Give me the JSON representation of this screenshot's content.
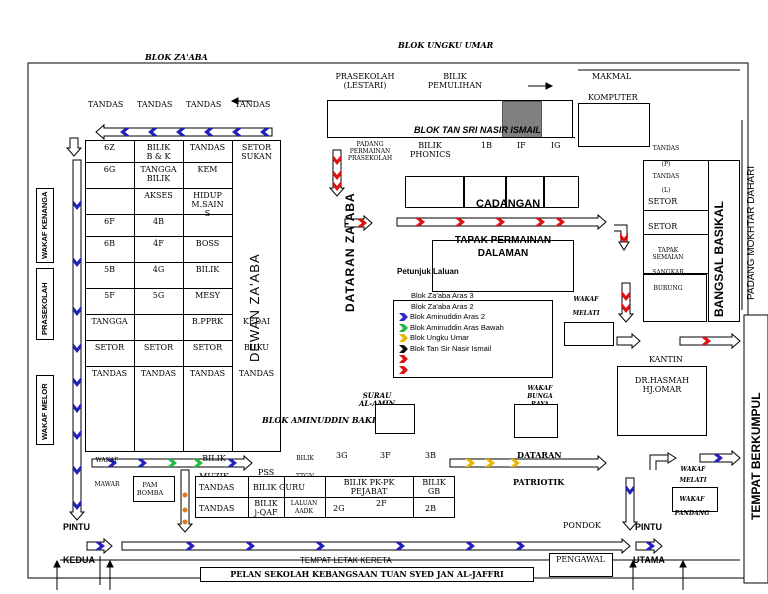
{
  "labels": {
    "blok_zaaba": "BLOK ZA'ABA",
    "blok_ungku_umar": "BLOK UNGKU UMAR",
    "prasekolah_lestari": "PRASEKOLAH\n(LESTARI)",
    "bilik_pemulihan": "BILIK\nPEMULIHAN",
    "makmal_komputer_1": "MAKMAL",
    "makmal_komputer_2": "KOMPUTER",
    "blok_tan_sri": "BLOK TAN SRI NASIR ISMAIL",
    "padang_permainan": "PADANG\nPERMAINAN\nPRASEKOLAH",
    "bilik_phonics": "BILIK\nPHONICS",
    "room_1b": "1B",
    "room_1f": "IF",
    "room_1g": "IG",
    "tandas_p": "TANDAS\n(P)",
    "tandas_l": "TANDAS\n(L)",
    "setor_1": "SETOR",
    "setor_2": "SETOR",
    "tapak_semaian": "TAPAK\nSEMAIAN",
    "sangkar_burung": "SANGKAR\nBURUNG",
    "padang_mokhtar": "PADANG MOKHTAR DAHARI",
    "bangsal_basikal": "BANGSAL BASIKAL",
    "tempat_berkumpul": "TEMPAT BERKUMPUL",
    "cadangan": "CADANGAN",
    "tapak_permainan": "TAPAK PERMAINAN\nDALAMAN",
    "dataran_zaaba": "DATARAN ZA'ABA",
    "dewan_zaaba": "DEWAN ZA'ABA",
    "wakaf_kenanga": "WAKAF KENANGA",
    "prasekolah": "PRASEKOLAH",
    "wakaf_melor": "WAKAF MELOR",
    "wakaf_melati_1": "WAKAF\nMELATI",
    "kantin": "KANTIN",
    "dr_hasmah": "DR.HASMAH\nHJ.OMAR",
    "surau": "SURAU\nAL-AMIN",
    "wakaf_bunga_raya": "WAKAF\nBUNGA\nRAYA",
    "blok_aminuddin": "BLOK AMINUDDIN BAKI",
    "wakaf_mawar": "WAKAF\nMAWAR",
    "bilik_muzik": "BILIK\nMUZIK",
    "pss": "PSS",
    "bilik_tgn": "BILIK\nTTGN",
    "room_3g": "3G",
    "room_3f": "3F",
    "room_3b": "3B",
    "dataran_patriotik_1": "DATARAN",
    "dataran_patriotik_2": "PATRIOTIK",
    "pam_bomba": "PAM\nBOMBA",
    "tandas_a": "TANDAS",
    "tandas_b": "TANDAS",
    "bilik_guru": "BILIK GURU",
    "bilik_jqaf": "BILIK\nj-QAF",
    "laluan_aadk": "LALUAN\nAADK",
    "bilik_pkpk": "BILIK PK-PK\nPEJABAT",
    "room_2g": "2G",
    "room_2f": "2F",
    "bilik_gb": "BILIK\nGB",
    "room_2b": "2B",
    "wakaf_melati_2": "WAKAF\nMELATI",
    "wakaf_pandang": "WAKAF\nPANDANG",
    "pondok": "PONDOK",
    "pengawal": "PENGAWAL",
    "pintu_kedua_1": "PINTU",
    "pintu_kedua_2": "KEDUA",
    "pintu_utama_1": "PINTU",
    "pintu_utama_2": "UTAMA",
    "tempat_letak_kereta": "TEMPAT LETAK KERETA",
    "pelan": "PELAN SEKOLAH KEBANGSAAN TUAN SYED JAN AL-JAFFRI"
  },
  "zaaba_top_row": [
    "TANDAS",
    "TANDAS",
    "TANDAS",
    "TANDAS"
  ],
  "zaaba_grid": [
    [
      "6Z",
      "BILIK\nB & K",
      "TANDAS",
      "SETOR\nSUKAN"
    ],
    [
      "6G",
      "TANGGA\nBILIK",
      "KEM",
      ""
    ],
    [
      "",
      "AKSES",
      "HIDUP\nM.SAIN\nS",
      ""
    ],
    [
      "6F",
      "4B",
      "",
      ""
    ],
    [
      "6B",
      "4F",
      "BOSS",
      ""
    ],
    [
      "5B",
      "4G",
      "BILIK",
      ""
    ],
    [
      "5F",
      "5G",
      "MESY",
      ""
    ],
    [
      "TANGGA",
      "",
      "B.PPRK",
      "KEDAI"
    ],
    [
      "SETOR",
      "SETOR",
      "SETOR",
      "BUKU"
    ],
    [
      "TANDAS",
      "TANDAS",
      "TANDAS",
      "TANDAS"
    ]
  ],
  "legend": {
    "title": "Petunjuk Laluan",
    "items": [
      {
        "label": "Blok Za'aba Aras 3",
        "color": ""
      },
      {
        "label": "Blok Za'aba Aras 2",
        "color": ""
      },
      {
        "label": "Blok Aminuddin Aras 2",
        "color": "#2b2bcc"
      },
      {
        "label": "Blok Aminuddin Aras Bawah",
        "color": "#22bb44"
      },
      {
        "label": "Blok Ungku Umar",
        "color": "#e6b800"
      },
      {
        "label": "Blok Tan Sir Nasir Ismail",
        "color": "#111111"
      },
      {
        "label": "",
        "color": "#dd1111"
      },
      {
        "label": "",
        "color": "#dd1111"
      }
    ]
  },
  "colors": {
    "blue_arrow": "#2222bb",
    "red_arrow": "#dd1111",
    "green_arrow": "#22bb44",
    "yellow_arrow": "#e6b800",
    "orange_dot": "#e07a20",
    "grey_room": "#808080"
  }
}
